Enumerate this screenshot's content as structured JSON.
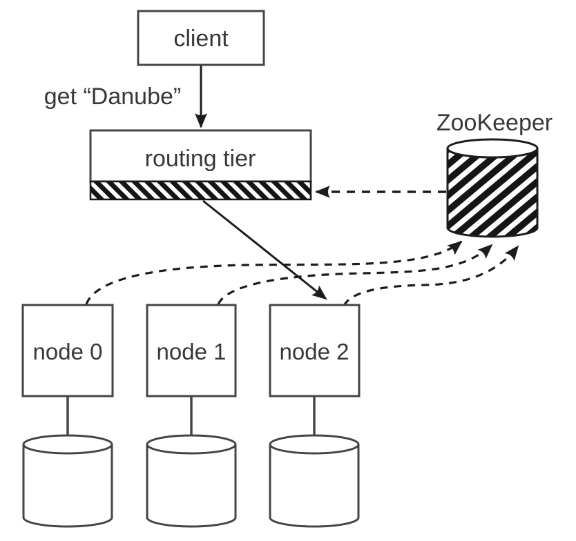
{
  "labels": {
    "client": "client",
    "get_request": "get “Danube”",
    "routing_tier": "routing tier",
    "zookeeper": "ZooKeeper"
  },
  "nodes": [
    {
      "label": "node 0"
    },
    {
      "label": "node 1"
    },
    {
      "label": "node 2"
    }
  ],
  "edges": [
    {
      "from": "client",
      "to": "routing tier",
      "style": "solid-arrow"
    },
    {
      "from": "routing tier",
      "to": "node 2",
      "style": "solid-arrow"
    },
    {
      "from": "ZooKeeper",
      "to": "routing tier",
      "style": "dashed-arrow"
    },
    {
      "from": "node 0",
      "to": "ZooKeeper",
      "style": "dashed-arrow"
    },
    {
      "from": "node 1",
      "to": "ZooKeeper",
      "style": "dashed-arrow"
    },
    {
      "from": "node 2",
      "to": "ZooKeeper",
      "style": "dashed-arrow"
    }
  ],
  "colors": {
    "background": "#ffffff",
    "box_stroke": "#454545",
    "arrow": "#1c1c1c",
    "hatch": "#151515",
    "text": "#383838"
  }
}
